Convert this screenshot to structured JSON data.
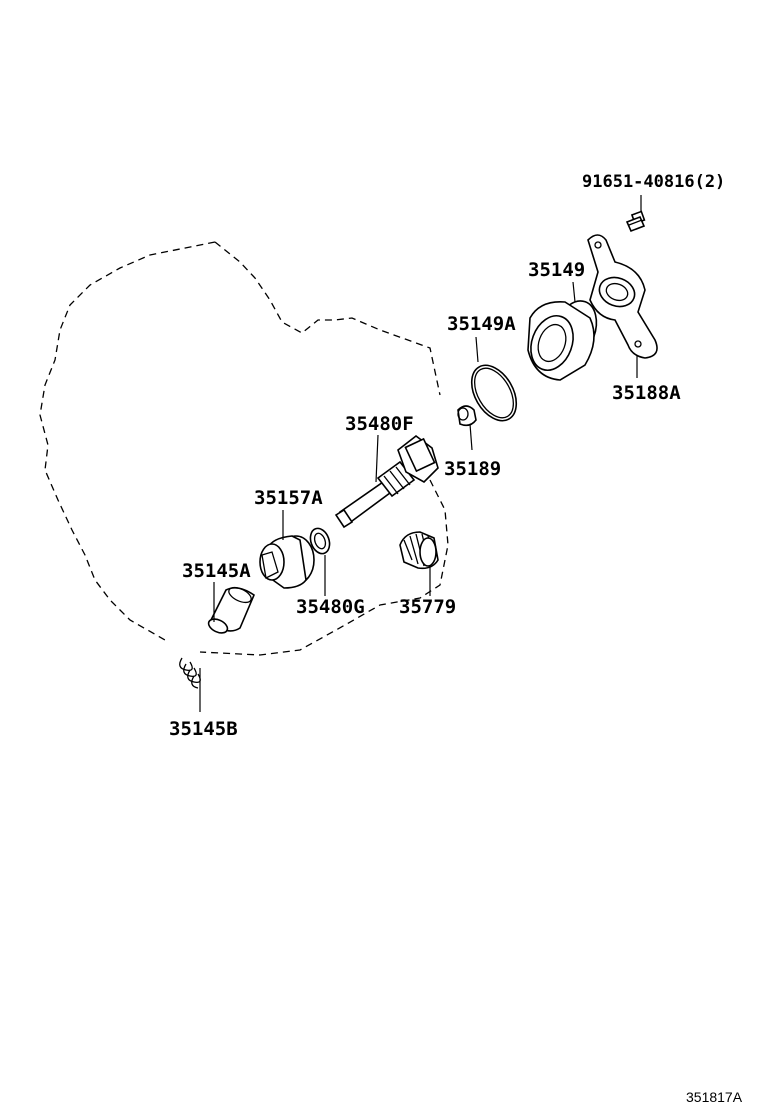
{
  "parts": {
    "p_91651": "91651-40816(2)",
    "p_35149": "35149",
    "p_35149a": "35149A",
    "p_35188a": "35188A",
    "p_35480f": "35480F",
    "p_35189": "35189",
    "p_35157a": "35157A",
    "p_35145a": "35145A",
    "p_35480g": "35480G",
    "p_35779": "35779",
    "p_35145b": "35145B"
  },
  "figure_id": "351817A",
  "colors": {
    "line": "#000000",
    "background": "#ffffff"
  }
}
